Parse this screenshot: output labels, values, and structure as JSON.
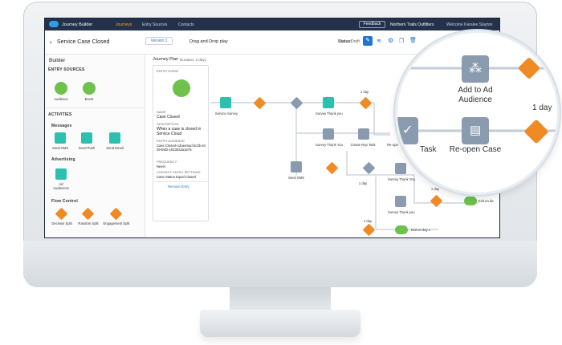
{
  "app": {
    "name": "Journey Builder",
    "tabs": [
      "Journeys",
      "Entry Sources",
      "Contacts"
    ],
    "feedback": "Feedback",
    "org": "Northern Trails Outfitters",
    "welcome": "Welcome Karalee Slayton"
  },
  "header": {
    "back_title": "Service Case Closed",
    "version": "Version 1",
    "mode": "Drag and Drop play",
    "status_label": "Status:",
    "status_value": "Draft"
  },
  "sidebar": {
    "title": "Builder",
    "entry_sources_label": "ENTRY SOURCES",
    "entry_sources": [
      "Audience",
      "Event"
    ],
    "activities_label": "ACTIVITIES",
    "messages_label": "Messages",
    "messages": [
      "Send SMS",
      "Send Push",
      "Send Email"
    ],
    "advertising_label": "Advertising",
    "advertising": [
      "Ad Audiences"
    ],
    "flow_label": "Flow Control",
    "flow": [
      "Decision Split",
      "Random Split",
      "Engagement Split"
    ]
  },
  "canvas": {
    "plan_title": "Journey Plan",
    "plan_duration": "Duration: 2 days",
    "entry_event": {
      "heading": "ENTRY EVENT",
      "name_label": "NAME",
      "name_value": "Case Closed",
      "desc_label": "DESCRIPTION",
      "desc_value": "When a case is closed in Service Cloud",
      "aud_label": "ENTRY AUDIENCE",
      "aud_value": "Case Closed-cdcaemad 5c3b-4439-b5f2-19230a2a1675",
      "freq_label": "FREQUENCY:",
      "freq_value": "Never",
      "settings_label": "CONTACT ENTRY SETTINGS",
      "settings_value": "Case Status Equal Closed",
      "remove": "Remove Entry"
    },
    "nodes": {
      "service_survey": "Service Survey",
      "survey_thank_you_1": "Survey Thank you",
      "survey_thank_you_2": "Survey Thank You",
      "create_rep_task": "Create Rep Task",
      "reopen_short": "Re-ope",
      "send_sms": "Send SMS",
      "survey_thank_you_3": "Survey Thank You",
      "survey_thank_you_4": "Survey Thank you",
      "exit_1": "Exit on da",
      "exit_2": "Exit on day 1",
      "day_1a": "1 day",
      "day_1b": "1 day",
      "day_1c": "1 day",
      "day_1d": "1 day"
    }
  },
  "zoom": {
    "add_to_ad": "Add to Ad Audience",
    "reopen_case": "Re-open Case",
    "task": "Task",
    "day": "1 day"
  },
  "colors": {
    "navy": "#23324a",
    "teal": "#2dc0b1",
    "green": "#6cc24a",
    "orange": "#f08a24",
    "gray": "#8a9bb0",
    "blue": "#1f76d2"
  }
}
